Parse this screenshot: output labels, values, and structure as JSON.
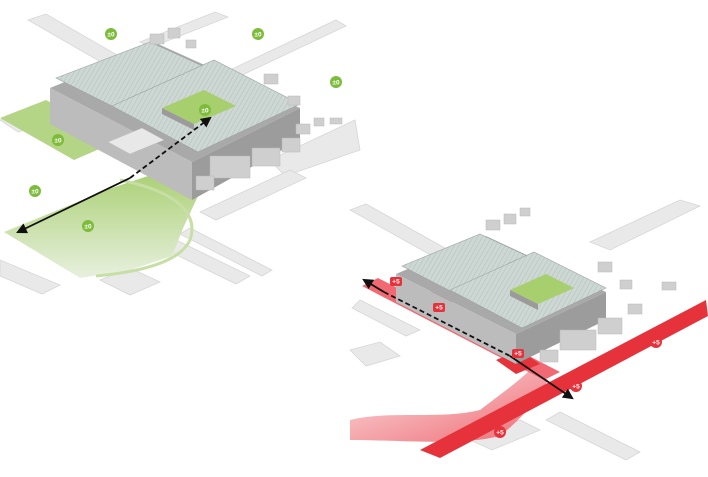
{
  "colors": {
    "background": "#ffffff",
    "street": "#e6e6e6",
    "street_edge": "#d4d4d4",
    "green_level": "#7dbb3a",
    "green_field": "#a9cf72",
    "red_level": "#e5323b",
    "red_fill": "#f38c91",
    "roof_glass": "#c9d3cf",
    "building_face": "#b9b9b9",
    "arrow": "#111111"
  },
  "panel_left": {
    "level_markers": [
      {
        "label": "±0"
      },
      {
        "label": "±0"
      },
      {
        "label": "±0"
      },
      {
        "label": "±0"
      },
      {
        "label": "±0"
      },
      {
        "label": "±0"
      },
      {
        "label": "±0"
      }
    ],
    "arrow_style": "black solid line with dashed segment under building, arrowheads both ends"
  },
  "panel_right": {
    "level_markers": [
      {
        "label": "+5"
      },
      {
        "label": "+5"
      },
      {
        "label": "+5"
      },
      {
        "label": "+5"
      },
      {
        "label": "+5"
      },
      {
        "label": "+5"
      }
    ],
    "arrow_style": "black line with dashed segment along red elevated walkway, arrowheads both ends"
  }
}
